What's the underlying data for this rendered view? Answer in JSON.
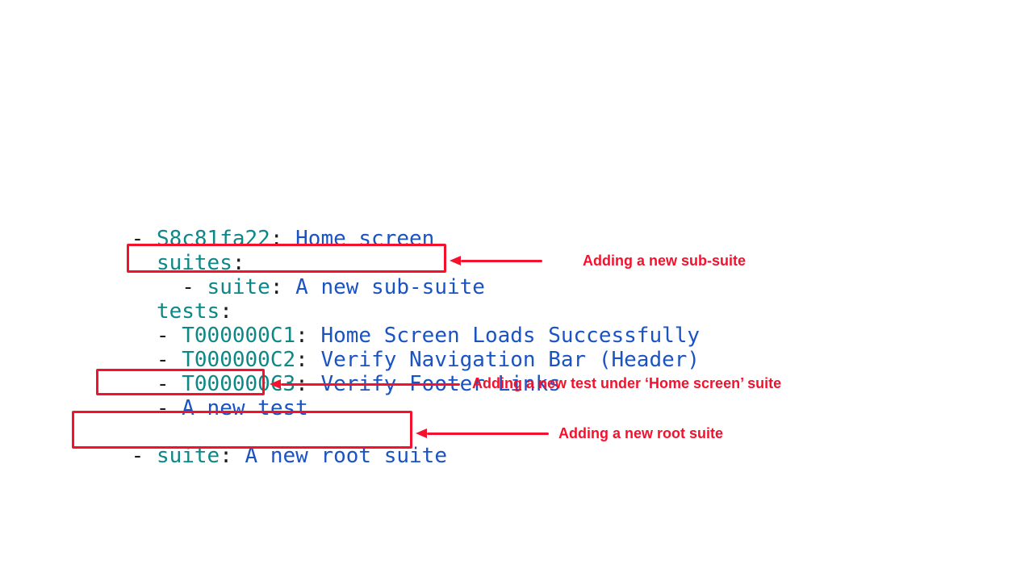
{
  "colors": {
    "background": "#ffffff",
    "yaml_key": "#0e8787",
    "yaml_value": "#1a53c2",
    "yaml_punct": "#1c1c1c",
    "annotation_red": "#f5112d",
    "box_border_red": "#f5112d"
  },
  "code": {
    "language": "yaml",
    "lines": [
      {
        "id": "suite-header",
        "segments": [
          {
            "text": "- ",
            "type": "punct"
          },
          {
            "text": "S8c81fa22",
            "type": "key"
          },
          {
            "text": ": ",
            "type": "punct"
          },
          {
            "text": "Home screen",
            "type": "value"
          }
        ]
      },
      {
        "id": "suites-key",
        "segments": [
          {
            "text": "  ",
            "type": "punct"
          },
          {
            "text": "suites",
            "type": "key"
          },
          {
            "text": ":",
            "type": "punct"
          }
        ]
      },
      {
        "id": "new-sub-suite",
        "segments": [
          {
            "text": "    - ",
            "type": "punct"
          },
          {
            "text": "suite",
            "type": "key"
          },
          {
            "text": ": ",
            "type": "punct"
          },
          {
            "text": "A new sub-suite",
            "type": "value"
          }
        ]
      },
      {
        "id": "tests-key",
        "segments": [
          {
            "text": "  ",
            "type": "punct"
          },
          {
            "text": "tests",
            "type": "key"
          },
          {
            "text": ":",
            "type": "punct"
          }
        ]
      },
      {
        "id": "test-c1",
        "segments": [
          {
            "text": "  - ",
            "type": "punct"
          },
          {
            "text": "T000000C1",
            "type": "key"
          },
          {
            "text": ": ",
            "type": "punct"
          },
          {
            "text": "Home Screen Loads Successfully",
            "type": "value"
          }
        ]
      },
      {
        "id": "test-c2",
        "segments": [
          {
            "text": "  - ",
            "type": "punct"
          },
          {
            "text": "T000000C2",
            "type": "key"
          },
          {
            "text": ": ",
            "type": "punct"
          },
          {
            "text": "Verify Navigation Bar (Header)",
            "type": "value"
          }
        ]
      },
      {
        "id": "test-c3",
        "segments": [
          {
            "text": "  - ",
            "type": "punct"
          },
          {
            "text": "T000000C3",
            "type": "key"
          },
          {
            "text": ": ",
            "type": "punct"
          },
          {
            "text": "Verify Footer Links",
            "type": "value"
          }
        ]
      },
      {
        "id": "new-test",
        "segments": [
          {
            "text": "  - ",
            "type": "punct"
          },
          {
            "text": "A new test",
            "type": "value"
          }
        ]
      },
      {
        "id": "new-root-suite",
        "segments": [
          {
            "text": "- ",
            "type": "punct"
          },
          {
            "text": "suite",
            "type": "key"
          },
          {
            "text": ": ",
            "type": "punct"
          },
          {
            "text": "A new root suite",
            "type": "value"
          }
        ]
      }
    ]
  },
  "annotations": [
    {
      "id": "sub-suite",
      "label": "Adding a new sub-suite"
    },
    {
      "id": "new-test",
      "label": "Adding a new test under ‘Home screen’ suite"
    },
    {
      "id": "root-suite",
      "label": "Adding a new root suite"
    }
  ]
}
